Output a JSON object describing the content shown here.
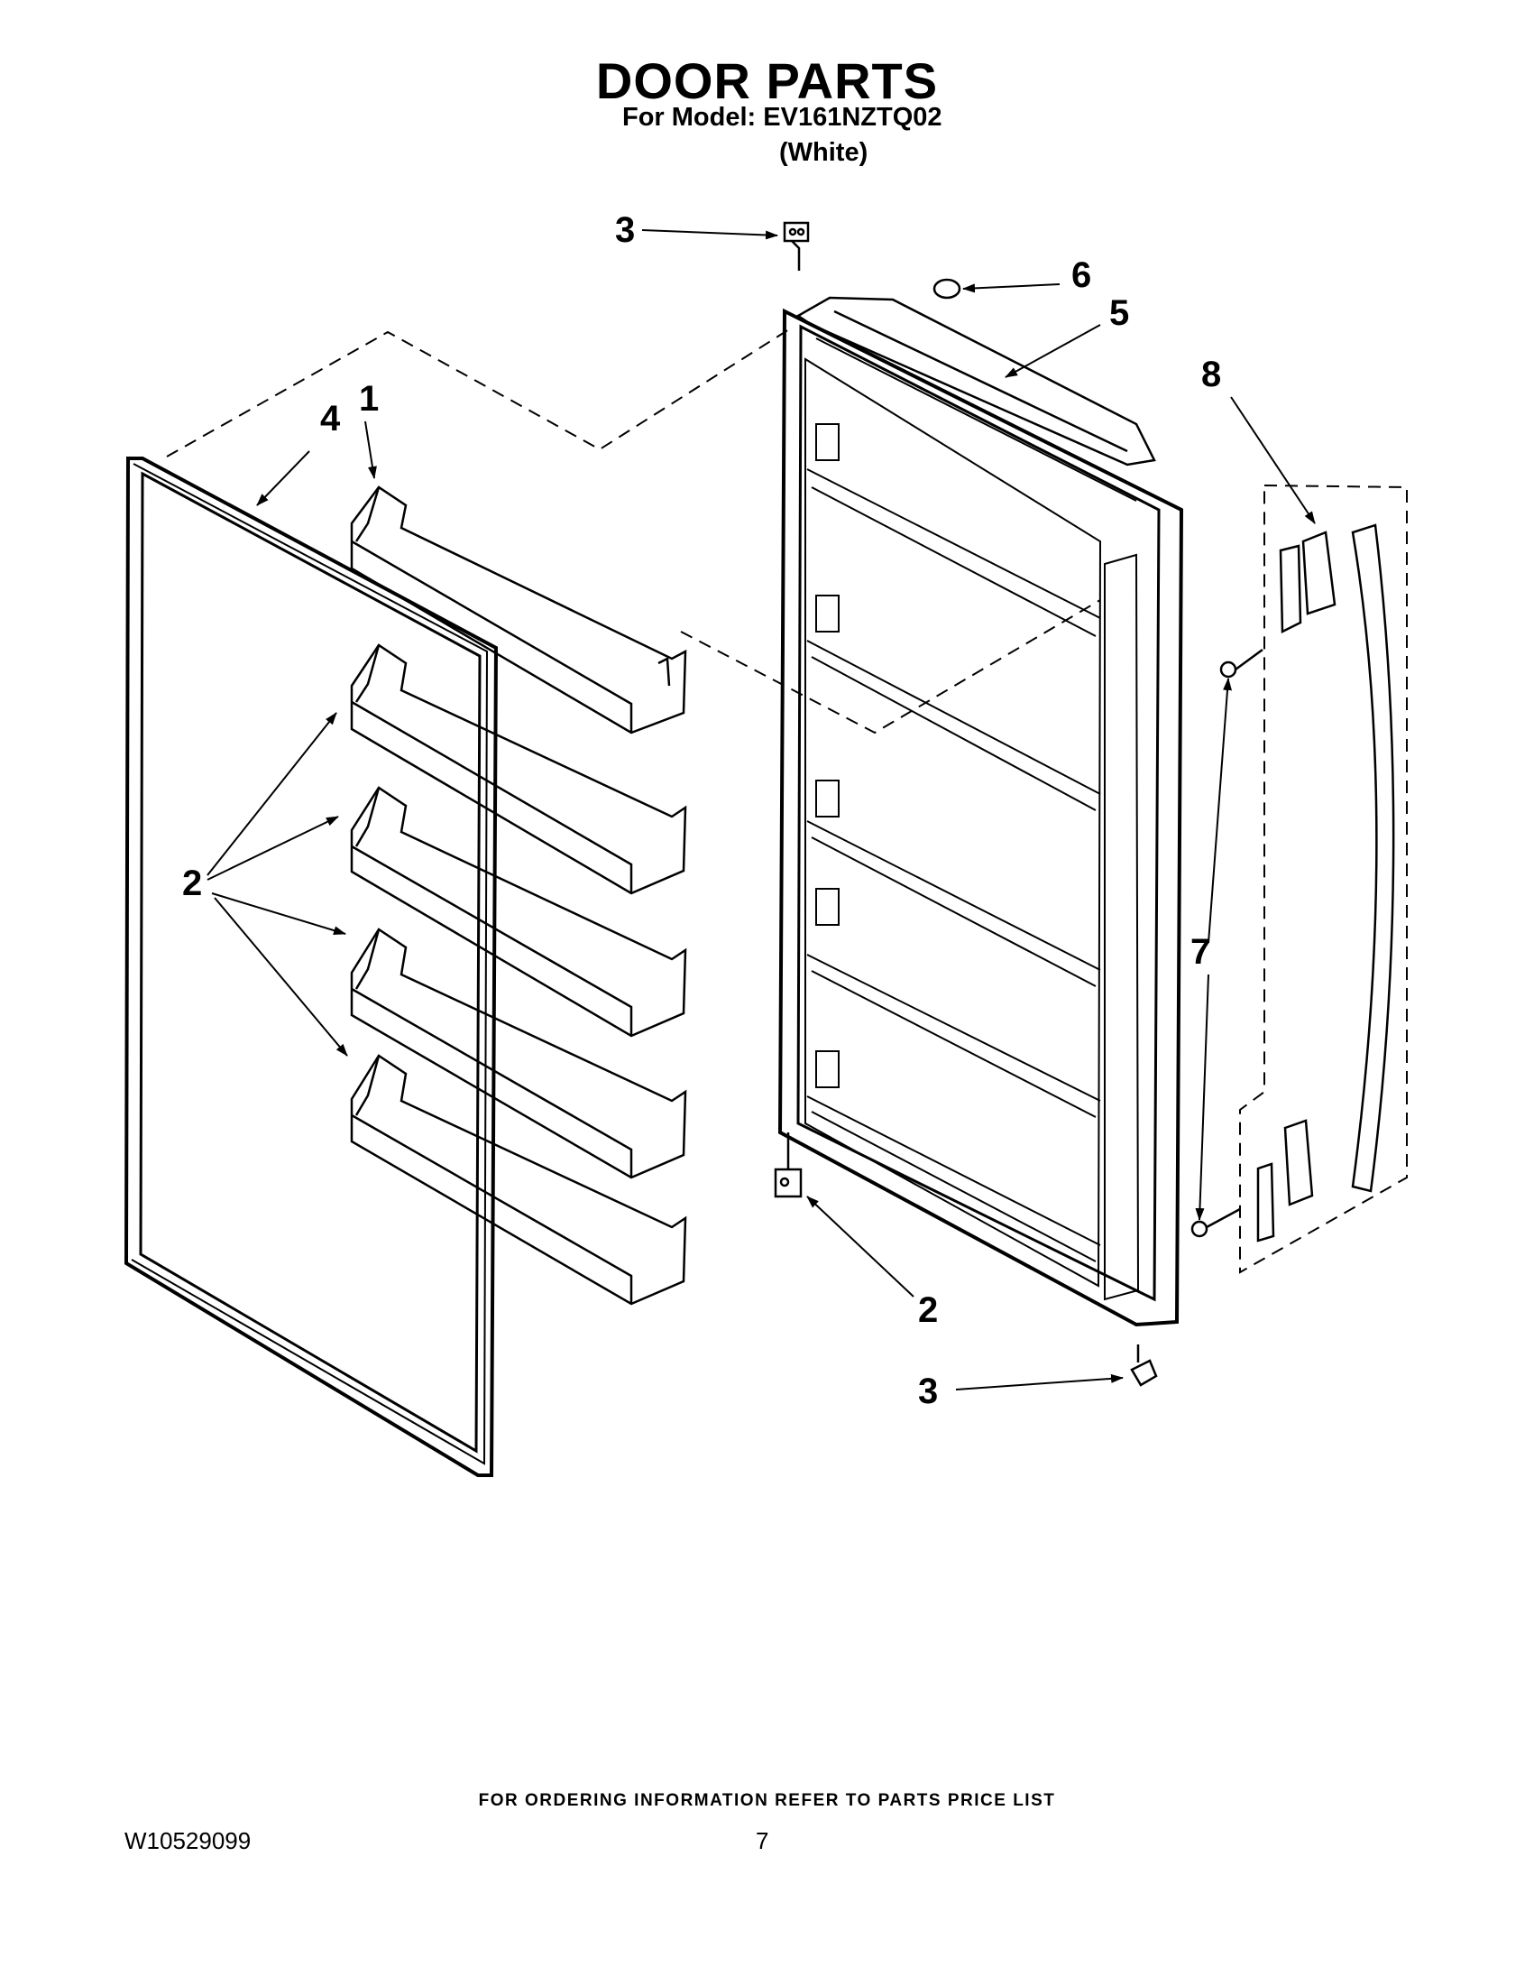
{
  "header": {
    "title": "DOOR PARTS",
    "model_line": "For Model: EV161NZTQ02",
    "color_line": "(White)"
  },
  "callouts": {
    "shelf_bin": "1",
    "shelf_bins_group": "2",
    "lower_hinge": "2",
    "hinge_cap_top": "3",
    "hinge_cap_bottom": "3",
    "door_gasket": "4",
    "door_trim": "5",
    "plug": "6",
    "screw": "7",
    "handle": "8"
  },
  "footer": {
    "ordering_note": "FOR ORDERING INFORMATION REFER TO PARTS PRICE LIST",
    "doc_number": "W10529099",
    "page_number": "7"
  }
}
